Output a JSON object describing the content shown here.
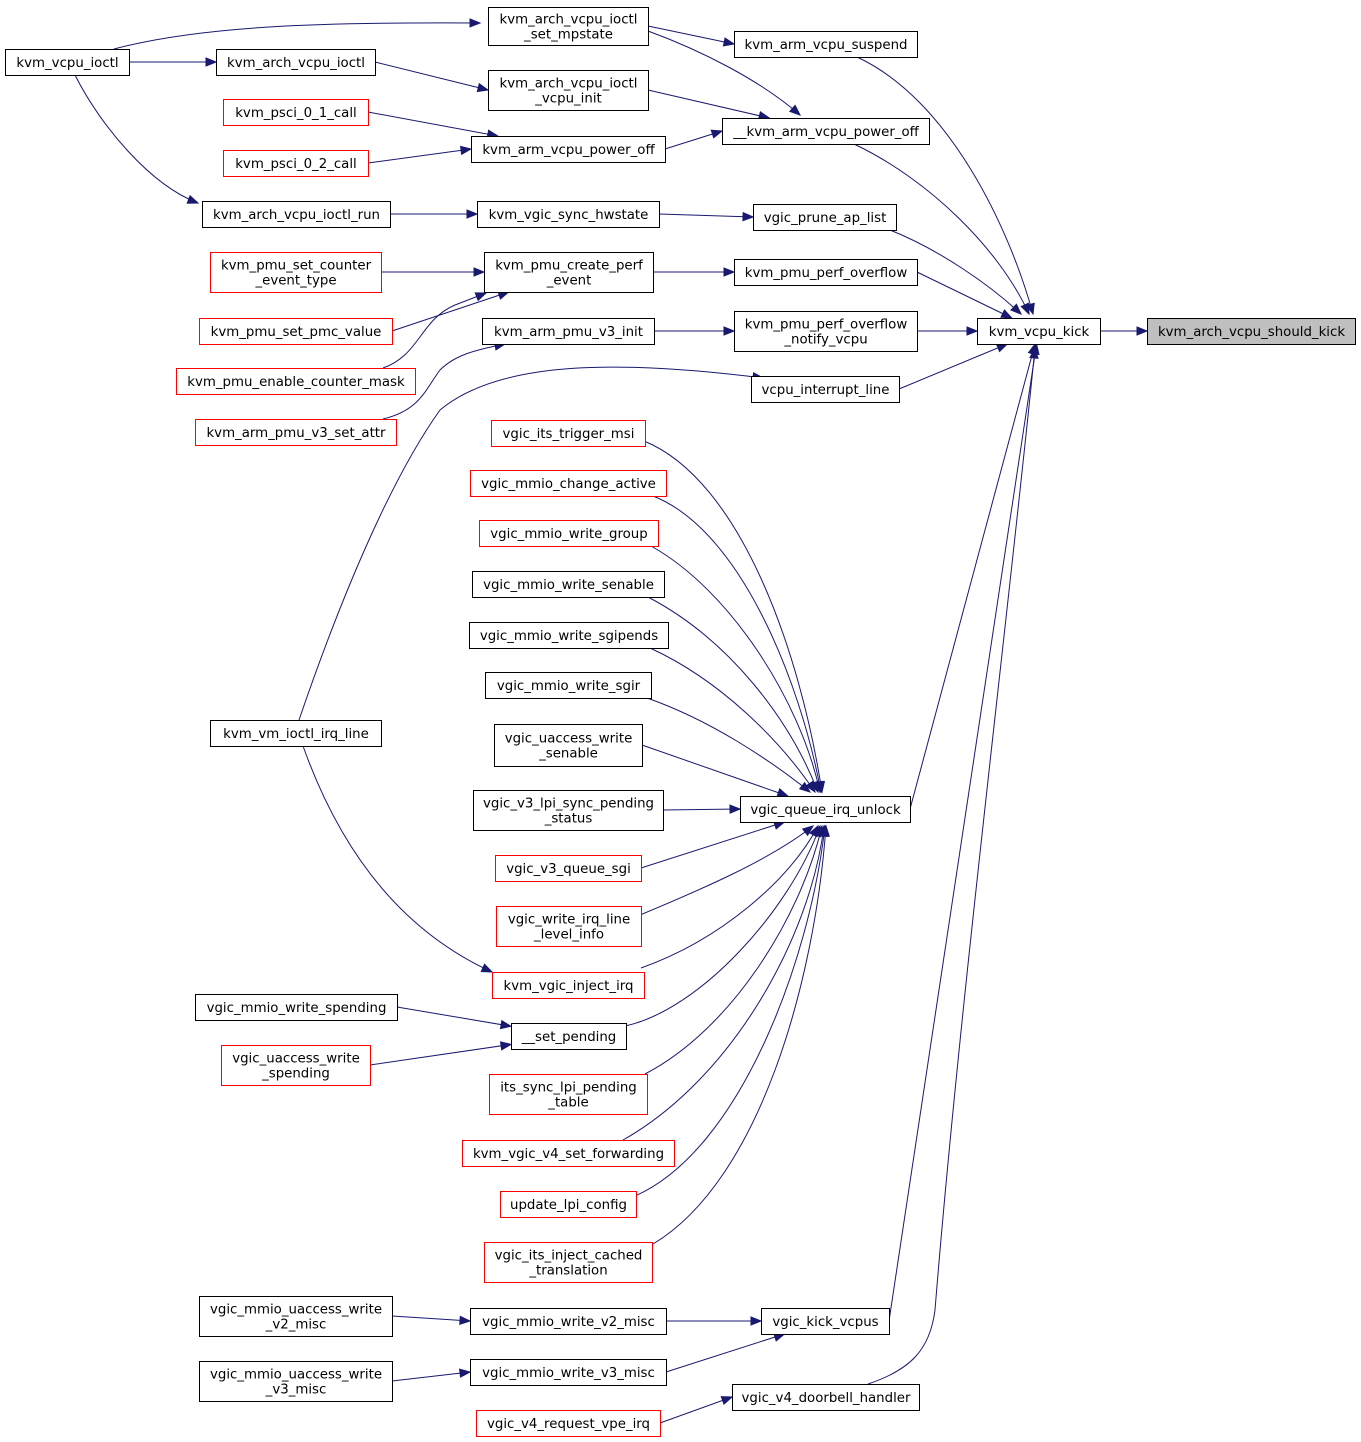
{
  "colors": {
    "edge": "#191970",
    "normal_border": "#000000",
    "truncated_border": "#ff0000",
    "focus_fill": "#bfbfbf",
    "node_fill": "#ffffff"
  },
  "nodes": {
    "kvm_arch_vcpu_should_kick": {
      "lines": [
        "kvm_arch_vcpu_should_kick"
      ],
      "style": "focus"
    },
    "kvm_vcpu_kick": {
      "lines": [
        "kvm_vcpu_kick"
      ],
      "style": "normal"
    },
    "kvm_arm_vcpu_suspend": {
      "lines": [
        "kvm_arm_vcpu_suspend"
      ],
      "style": "normal"
    },
    "kvm_arch_vcpu_ioctl_set_mpstate": {
      "lines": [
        "kvm_arch_vcpu_ioctl",
        "_set_mpstate"
      ],
      "style": "normal"
    },
    "kvm_vcpu_ioctl": {
      "lines": [
        "kvm_vcpu_ioctl"
      ],
      "style": "normal"
    },
    "kvm_arch_vcpu_ioctl": {
      "lines": [
        "kvm_arch_vcpu_ioctl"
      ],
      "style": "normal"
    },
    "kvm_arch_vcpu_ioctl_vcpu_init": {
      "lines": [
        "kvm_arch_vcpu_ioctl",
        "_vcpu_init"
      ],
      "style": "normal"
    },
    "__kvm_arm_vcpu_power_off": {
      "lines": [
        "__kvm_arm_vcpu_power_off"
      ],
      "style": "normal"
    },
    "kvm_arm_vcpu_power_off": {
      "lines": [
        "kvm_arm_vcpu_power_off"
      ],
      "style": "normal"
    },
    "kvm_psci_0_1_call": {
      "lines": [
        "kvm_psci_0_1_call"
      ],
      "style": "truncated"
    },
    "kvm_psci_0_2_call": {
      "lines": [
        "kvm_psci_0_2_call"
      ],
      "style": "truncated"
    },
    "kvm_arch_vcpu_ioctl_run": {
      "lines": [
        "kvm_arch_vcpu_ioctl_run"
      ],
      "style": "normal"
    },
    "kvm_vgic_sync_hwstate": {
      "lines": [
        "kvm_vgic_sync_hwstate"
      ],
      "style": "normal"
    },
    "vgic_prune_ap_list": {
      "lines": [
        "vgic_prune_ap_list"
      ],
      "style": "normal"
    },
    "kvm_pmu_set_counter_event_type": {
      "lines": [
        "kvm_pmu_set_counter",
        "_event_type"
      ],
      "style": "truncated"
    },
    "kvm_pmu_create_perf_event": {
      "lines": [
        "kvm_pmu_create_perf",
        "_event"
      ],
      "style": "normal"
    },
    "kvm_pmu_perf_overflow": {
      "lines": [
        "kvm_pmu_perf_overflow"
      ],
      "style": "normal"
    },
    "kvm_pmu_set_pmc_value": {
      "lines": [
        "kvm_pmu_set_pmc_value"
      ],
      "style": "truncated"
    },
    "kvm_arm_pmu_v3_init": {
      "lines": [
        "kvm_arm_pmu_v3_init"
      ],
      "style": "normal"
    },
    "kvm_pmu_perf_overflow_notify_vcpu": {
      "lines": [
        "kvm_pmu_perf_overflow",
        "_notify_vcpu"
      ],
      "style": "normal"
    },
    "kvm_pmu_enable_counter_mask": {
      "lines": [
        "kvm_pmu_enable_counter_mask"
      ],
      "style": "truncated"
    },
    "vcpu_interrupt_line": {
      "lines": [
        "vcpu_interrupt_line"
      ],
      "style": "normal"
    },
    "kvm_arm_pmu_v3_set_attr": {
      "lines": [
        "kvm_arm_pmu_v3_set_attr"
      ],
      "style": "truncated"
    },
    "vgic_its_trigger_msi": {
      "lines": [
        "vgic_its_trigger_msi"
      ],
      "style": "truncated"
    },
    "vgic_mmio_change_active": {
      "lines": [
        "vgic_mmio_change_active"
      ],
      "style": "truncated"
    },
    "vgic_mmio_write_group": {
      "lines": [
        "vgic_mmio_write_group"
      ],
      "style": "truncated"
    },
    "vgic_mmio_write_senable": {
      "lines": [
        "vgic_mmio_write_senable"
      ],
      "style": "normal"
    },
    "vgic_mmio_write_sgipends": {
      "lines": [
        "vgic_mmio_write_sgipends"
      ],
      "style": "normal"
    },
    "vgic_mmio_write_sgir": {
      "lines": [
        "vgic_mmio_write_sgir"
      ],
      "style": "normal"
    },
    "kvm_vm_ioctl_irq_line": {
      "lines": [
        "kvm_vm_ioctl_irq_line"
      ],
      "style": "normal"
    },
    "vgic_uaccess_write_senable": {
      "lines": [
        "vgic_uaccess_write",
        "_senable"
      ],
      "style": "normal"
    },
    "vgic_v3_lpi_sync_pending_status": {
      "lines": [
        "vgic_v3_lpi_sync_pending",
        "_status"
      ],
      "style": "normal"
    },
    "vgic_queue_irq_unlock": {
      "lines": [
        "vgic_queue_irq_unlock"
      ],
      "style": "normal"
    },
    "vgic_v3_queue_sgi": {
      "lines": [
        "vgic_v3_queue_sgi"
      ],
      "style": "truncated"
    },
    "vgic_write_irq_line_level_info": {
      "lines": [
        "vgic_write_irq_line",
        "_level_info"
      ],
      "style": "truncated"
    },
    "kvm_vgic_inject_irq": {
      "lines": [
        "kvm_vgic_inject_irq"
      ],
      "style": "truncated"
    },
    "vgic_mmio_write_spending": {
      "lines": [
        "vgic_mmio_write_spending"
      ],
      "style": "normal"
    },
    "__set_pending": {
      "lines": [
        "__set_pending"
      ],
      "style": "normal"
    },
    "vgic_uaccess_write_spending": {
      "lines": [
        "vgic_uaccess_write",
        "_spending"
      ],
      "style": "truncated"
    },
    "its_sync_lpi_pending_table": {
      "lines": [
        "its_sync_lpi_pending",
        "_table"
      ],
      "style": "truncated"
    },
    "kvm_vgic_v4_set_forwarding": {
      "lines": [
        "kvm_vgic_v4_set_forwarding"
      ],
      "style": "truncated"
    },
    "update_lpi_config": {
      "lines": [
        "update_lpi_config"
      ],
      "style": "truncated"
    },
    "vgic_its_inject_cached_translation": {
      "lines": [
        "vgic_its_inject_cached",
        "_translation"
      ],
      "style": "truncated"
    },
    "vgic_mmio_uaccess_write_v2_misc": {
      "lines": [
        "vgic_mmio_uaccess_write",
        "_v2_misc"
      ],
      "style": "normal"
    },
    "vgic_mmio_write_v2_misc": {
      "lines": [
        "vgic_mmio_write_v2_misc"
      ],
      "style": "normal"
    },
    "vgic_kick_vcpus": {
      "lines": [
        "vgic_kick_vcpus"
      ],
      "style": "normal"
    },
    "vgic_mmio_uaccess_write_v3_misc": {
      "lines": [
        "vgic_mmio_uaccess_write",
        "_v3_misc"
      ],
      "style": "normal"
    },
    "vgic_mmio_write_v3_misc": {
      "lines": [
        "vgic_mmio_write_v3_misc"
      ],
      "style": "normal"
    },
    "vgic_v4_doorbell_handler": {
      "lines": [
        "vgic_v4_doorbell_handler"
      ],
      "style": "normal"
    },
    "vgic_v4_request_vpe_irq": {
      "lines": [
        "vgic_v4_request_vpe_irq"
      ],
      "style": "truncated"
    }
  },
  "edges": [
    [
      "kvm_vcpu_kick",
      "kvm_arch_vcpu_should_kick"
    ],
    [
      "kvm_arm_vcpu_suspend",
      "kvm_vcpu_kick"
    ],
    [
      "kvm_arch_vcpu_ioctl_set_mpstate",
      "kvm_arm_vcpu_suspend"
    ],
    [
      "kvm_vcpu_ioctl",
      "kvm_arch_vcpu_ioctl_set_mpstate"
    ],
    [
      "kvm_vcpu_ioctl",
      "kvm_arch_vcpu_ioctl"
    ],
    [
      "kvm_vcpu_ioctl",
      "kvm_arch_vcpu_ioctl_run"
    ],
    [
      "kvm_arch_vcpu_ioctl",
      "kvm_arch_vcpu_ioctl_vcpu_init"
    ],
    [
      "__kvm_arm_vcpu_power_off",
      "kvm_vcpu_kick"
    ],
    [
      "kvm_arch_vcpu_ioctl_set_mpstate",
      "__kvm_arm_vcpu_power_off"
    ],
    [
      "kvm_arch_vcpu_ioctl_vcpu_init",
      "__kvm_arm_vcpu_power_off"
    ],
    [
      "kvm_arm_vcpu_power_off",
      "__kvm_arm_vcpu_power_off"
    ],
    [
      "kvm_psci_0_1_call",
      "kvm_arm_vcpu_power_off"
    ],
    [
      "kvm_psci_0_2_call",
      "kvm_arm_vcpu_power_off"
    ],
    [
      "vgic_prune_ap_list",
      "kvm_vcpu_kick"
    ],
    [
      "kvm_vgic_sync_hwstate",
      "vgic_prune_ap_list"
    ],
    [
      "kvm_arch_vcpu_ioctl_run",
      "kvm_vgic_sync_hwstate"
    ],
    [
      "kvm_pmu_perf_overflow",
      "kvm_vcpu_kick"
    ],
    [
      "kvm_pmu_create_perf_event",
      "kvm_pmu_perf_overflow"
    ],
    [
      "kvm_pmu_set_counter_event_type",
      "kvm_pmu_create_perf_event"
    ],
    [
      "kvm_pmu_set_pmc_value",
      "kvm_pmu_create_perf_event"
    ],
    [
      "kvm_pmu_enable_counter_mask",
      "kvm_pmu_create_perf_event"
    ],
    [
      "kvm_pmu_perf_overflow_notify_vcpu",
      "kvm_vcpu_kick"
    ],
    [
      "kvm_arm_pmu_v3_init",
      "kvm_pmu_perf_overflow_notify_vcpu"
    ],
    [
      "kvm_arm_pmu_v3_set_attr",
      "kvm_arm_pmu_v3_init"
    ],
    [
      "vcpu_interrupt_line",
      "kvm_vcpu_kick"
    ],
    [
      "kvm_vm_ioctl_irq_line",
      "vcpu_interrupt_line"
    ],
    [
      "vgic_queue_irq_unlock",
      "kvm_vcpu_kick"
    ],
    [
      "vgic_its_trigger_msi",
      "vgic_queue_irq_unlock"
    ],
    [
      "vgic_mmio_change_active",
      "vgic_queue_irq_unlock"
    ],
    [
      "vgic_mmio_write_group",
      "vgic_queue_irq_unlock"
    ],
    [
      "vgic_mmio_write_senable",
      "vgic_queue_irq_unlock"
    ],
    [
      "vgic_mmio_write_sgipends",
      "vgic_queue_irq_unlock"
    ],
    [
      "vgic_mmio_write_sgir",
      "vgic_queue_irq_unlock"
    ],
    [
      "vgic_uaccess_write_senable",
      "vgic_queue_irq_unlock"
    ],
    [
      "vgic_v3_lpi_sync_pending_status",
      "vgic_queue_irq_unlock"
    ],
    [
      "vgic_v3_queue_sgi",
      "vgic_queue_irq_unlock"
    ],
    [
      "vgic_write_irq_line_level_info",
      "vgic_queue_irq_unlock"
    ],
    [
      "kvm_vgic_inject_irq",
      "vgic_queue_irq_unlock"
    ],
    [
      "kvm_vm_ioctl_irq_line",
      "kvm_vgic_inject_irq"
    ],
    [
      "__set_pending",
      "vgic_queue_irq_unlock"
    ],
    [
      "vgic_mmio_write_spending",
      "__set_pending"
    ],
    [
      "vgic_uaccess_write_spending",
      "__set_pending"
    ],
    [
      "its_sync_lpi_pending_table",
      "vgic_queue_irq_unlock"
    ],
    [
      "kvm_vgic_v4_set_forwarding",
      "vgic_queue_irq_unlock"
    ],
    [
      "update_lpi_config",
      "vgic_queue_irq_unlock"
    ],
    [
      "vgic_its_inject_cached_translation",
      "vgic_queue_irq_unlock"
    ],
    [
      "vgic_kick_vcpus",
      "kvm_vcpu_kick"
    ],
    [
      "vgic_mmio_write_v2_misc",
      "vgic_kick_vcpus"
    ],
    [
      "vgic_mmio_write_v3_misc",
      "vgic_kick_vcpus"
    ],
    [
      "vgic_mmio_uaccess_write_v2_misc",
      "vgic_mmio_write_v2_misc"
    ],
    [
      "vgic_mmio_uaccess_write_v3_misc",
      "vgic_mmio_write_v3_misc"
    ],
    [
      "vgic_v4_doorbell_handler",
      "kvm_vcpu_kick"
    ],
    [
      "vgic_v4_request_vpe_irq",
      "vgic_v4_doorbell_handler"
    ]
  ]
}
